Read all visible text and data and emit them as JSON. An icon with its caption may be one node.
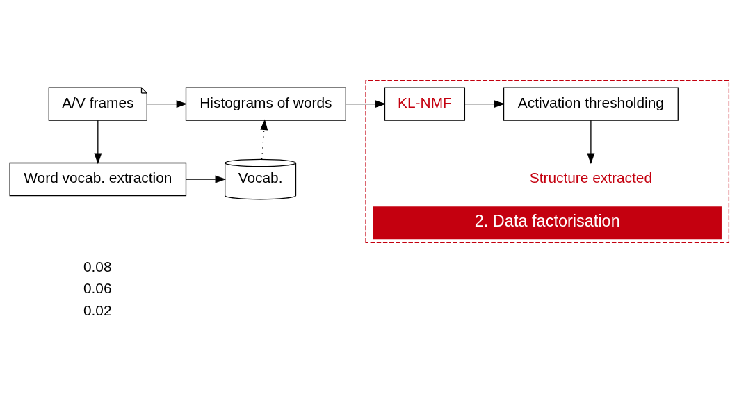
{
  "diagram": {
    "nodes": [
      {
        "text": [
          "A/V frames"
        ]
      },
      {
        "text": [
          "Histograms of words"
        ]
      },
      {
        "text": [
          "Word vocab. extraction"
        ]
      },
      {
        "text": [
          "Vocab."
        ]
      },
      {
        "text": [
          "2. Data factorisation"
        ]
      },
      {
        "text": [
          "KL-NMF"
        ],
        "in": 4
      },
      {
        "text": [
          "Activation thresholding"
        ],
        "in": 4
      },
      {
        "text": [
          "Structure extracted"
        ],
        "in": 4
      }
    ],
    "edges": [
      {
        "from": 0,
        "to": 1,
        "arrow": "to"
      },
      {
        "from": 0,
        "to": 2,
        "arrow": "to"
      },
      {
        "from": 2,
        "to": 3,
        "arrow": "to"
      },
      {
        "from": 3,
        "to": 1,
        "arrow": "to",
        "style": "dashed"
      },
      {
        "from": 1,
        "to": 5,
        "arrow": "to"
      },
      {
        "from": 5,
        "to": 6,
        "arrow": "to"
      },
      {
        "from": 6,
        "to": 7,
        "arrow": "to"
      }
    ],
    "labels": [
      "0.08",
      "0.06",
      "0.02"
    ]
  }
}
